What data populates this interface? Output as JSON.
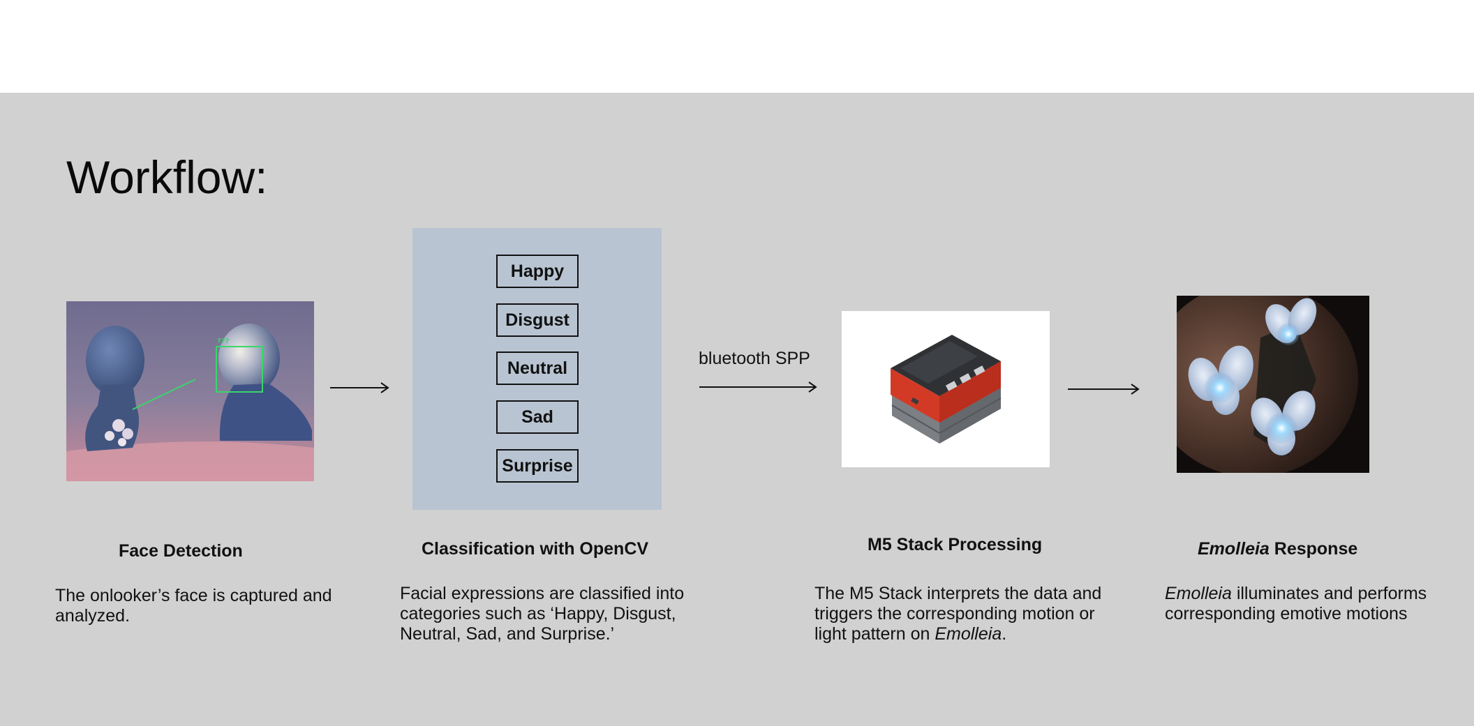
{
  "title": "Workflow:",
  "connector": {
    "label": "bluetooth SPP"
  },
  "emotions": [
    "Happy",
    "Disgust",
    "Neutral",
    "Sad",
    "Surprise"
  ],
  "face_overlay_text": "???",
  "steps": [
    {
      "title": "Face Detection",
      "description": "The onlooker’s face is captured and analyzed."
    },
    {
      "title": "Classification with OpenCV",
      "description": "Facial expressions are classified into categories such as ‘Happy, Disgust, Neutral, Sad, and Surprise.’"
    },
    {
      "title": "M5 Stack Processing",
      "description_before": "The M5 Stack interprets the data and triggers the corresponding motion or light pattern on ",
      "description_em": "Emolleia",
      "description_after": "."
    },
    {
      "title_em": "Emolleia",
      "title_rest": " Response",
      "description_em": "Emolleia",
      "description_rest": " illuminates and performs corresponding emotive motions"
    }
  ],
  "colors": {
    "panel": "#d1d1d1",
    "classification_bg": "#b8c4d2",
    "detection_box": "#3ad66a"
  }
}
